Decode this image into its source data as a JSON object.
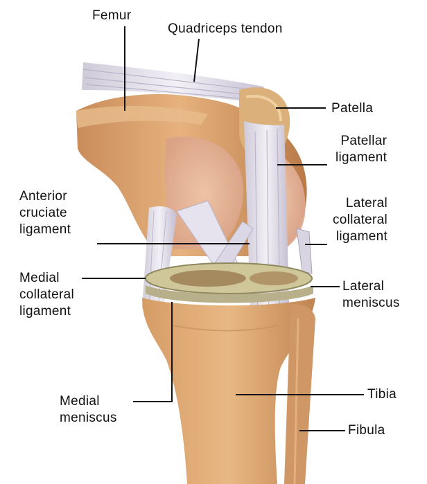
{
  "labels": {
    "femur": "Femur",
    "quadriceps_tendon": "Quadriceps tendon",
    "patella": "Patella",
    "patellar_ligament": [
      "Patellar",
      "ligament"
    ],
    "anterior_cruciate_ligament": [
      "Anterior",
      "cruciate",
      "ligament"
    ],
    "lateral_collateral_ligament": [
      "Lateral",
      "collateral",
      "ligament"
    ],
    "medial_collateral_ligament": [
      "Medial",
      "collateral",
      "ligament"
    ],
    "lateral_meniscus": [
      "Lateral",
      "meniscus"
    ],
    "medial_meniscus": [
      "Medial",
      "meniscus"
    ],
    "tibia": "Tibia",
    "fibula": "Fibula"
  },
  "colors": {
    "bone": "#d9a06a",
    "bone_shadow": "#b8784a",
    "cartilage": "#e8b99c",
    "ligament": "#e9e6ee",
    "ligament_shade": "#c7c2d2",
    "meniscus": "#c9c49a",
    "leader_line": "#111111"
  }
}
